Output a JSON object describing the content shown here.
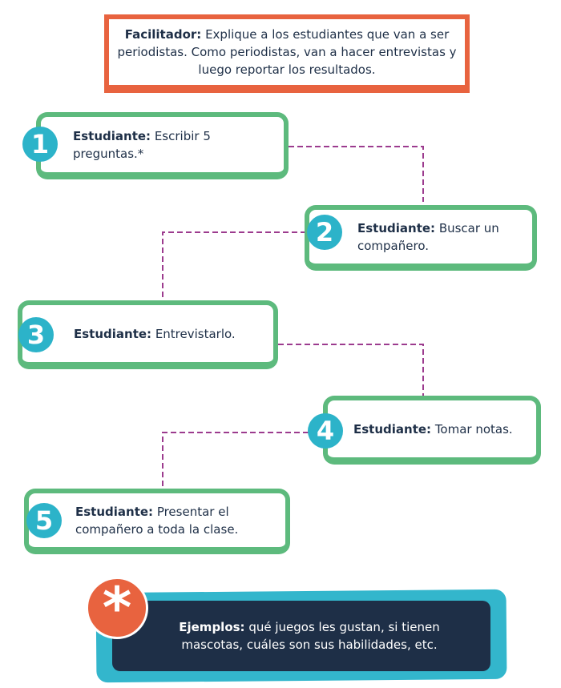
{
  "facilitator": {
    "label": "Facilitador:",
    "text": " Explique a los estudiantes que van a ser periodistas. Como periodistas, van a hacer entrevistas y luego reportar los resultados."
  },
  "steps": [
    {
      "number": "1",
      "label": "Estudiante:",
      "text": " Escribir 5 preguntas.*"
    },
    {
      "number": "2",
      "label": "Estudiante:",
      "text": "  Buscar un compañero."
    },
    {
      "number": "3",
      "label": "Estudiante:",
      "text": " Entrevistarlo."
    },
    {
      "number": "4",
      "label": "Estudiante:",
      "text": " Tomar notas."
    },
    {
      "number": "5",
      "label": "Estudiante:",
      "text": " Presentar el compañero a toda la clase."
    }
  ],
  "note": {
    "symbol": "*",
    "label": "Ejemplos:",
    "text": " qué juegos les gustan, si tienen mascotas, cuáles son sus habilidades, etc."
  },
  "colors": {
    "orange": "#e8633f",
    "green": "#5dba7d",
    "teal": "#2cb3c9",
    "navy": "#1e2f47",
    "connector": "#9c3b8e"
  }
}
